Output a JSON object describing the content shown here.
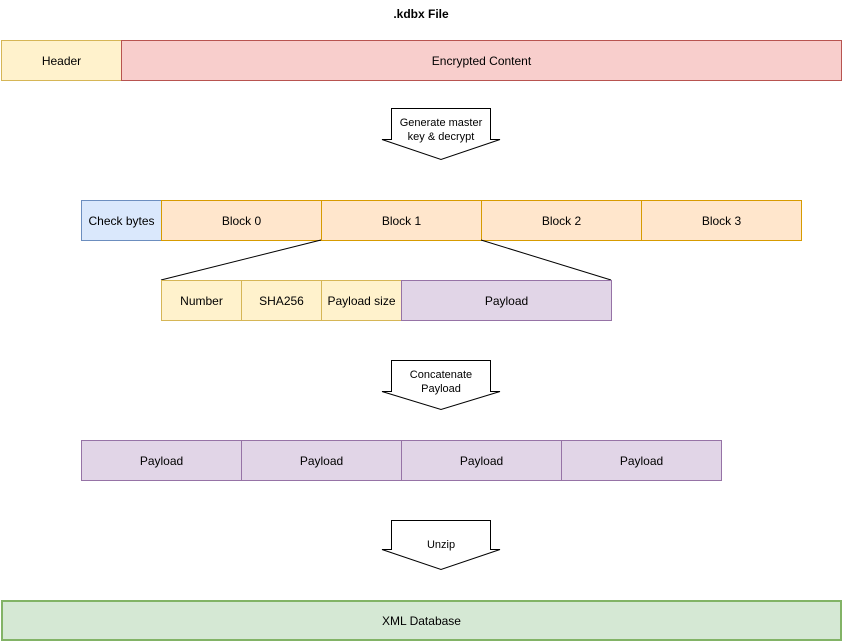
{
  "title": ".kdbx File",
  "file_row": {
    "header": "Header",
    "encrypted": "Encrypted Content"
  },
  "steps": {
    "decrypt": "Generate master key & decrypt",
    "concat": "Concatenate Payload",
    "unzip": "Unzip"
  },
  "blocks_row": {
    "check_bytes": "Check bytes",
    "blocks": [
      "Block 0",
      "Block 1",
      "Block 2",
      "Block 3"
    ]
  },
  "block_detail": {
    "number": "Number",
    "sha256": "SHA256",
    "payload_size": "Payload size",
    "payload": "Payload"
  },
  "payload_row": [
    "Payload",
    "Payload",
    "Payload",
    "Payload"
  ],
  "result": "XML Database",
  "colors": {
    "yellow_fill": "#fff2cc",
    "yellow_stroke": "#d6b656",
    "red_fill": "#f8cecc",
    "red_stroke": "#b85450",
    "blue_fill": "#dae8fc",
    "blue_stroke": "#6c8ebf",
    "orange_fill": "#ffe6cc",
    "orange_stroke": "#d79b00",
    "purple_fill": "#e1d5e7",
    "purple_stroke": "#9673a6",
    "green_fill": "#d5e8d4",
    "green_stroke": "#82b366"
  }
}
